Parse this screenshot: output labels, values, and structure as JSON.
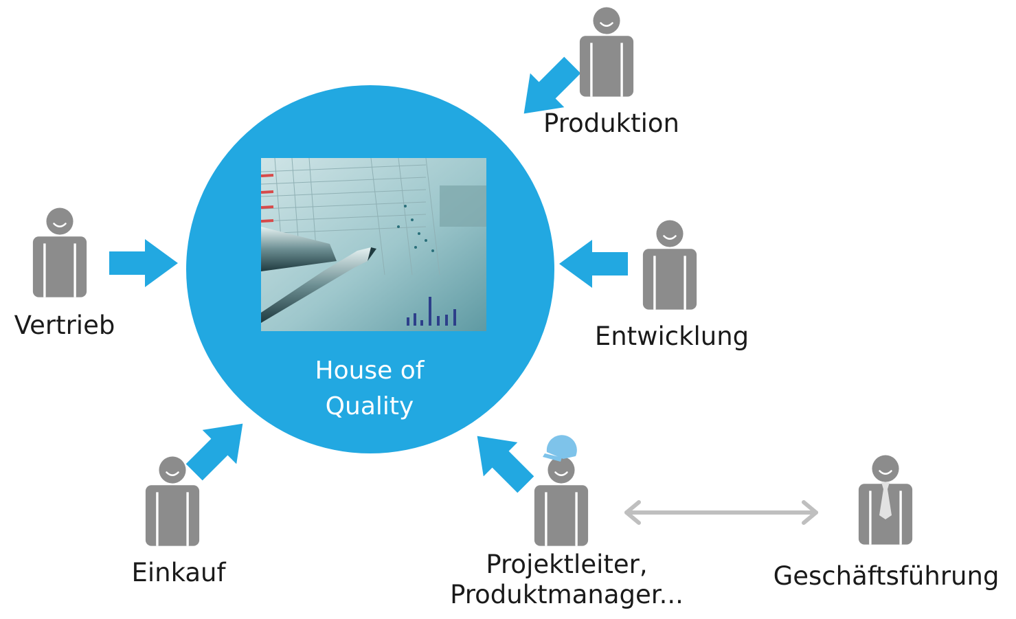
{
  "center": {
    "title": "House of\nQuality",
    "circle_color": "#22a8e1",
    "photo_icon": "checklist-with-pen-photo"
  },
  "roles": {
    "produktion": "Produktion",
    "vertrieb": "Vertrieb",
    "entwicklung": "Entwicklung",
    "einkauf": "Einkauf",
    "projektleiter": "Projektleiter,\nProduktmanager...",
    "geschaeftsfuehrung": "Geschäftsführung"
  },
  "colors": {
    "person": "#8c8c8c",
    "arrow": "#22a8e1",
    "double_arrow": "#bfbfbf",
    "helmet": "#7ec3ea"
  },
  "icons": {
    "person": "person-icon",
    "manager": "person-with-tie-icon",
    "project_lead": "person-with-cap-icon"
  }
}
